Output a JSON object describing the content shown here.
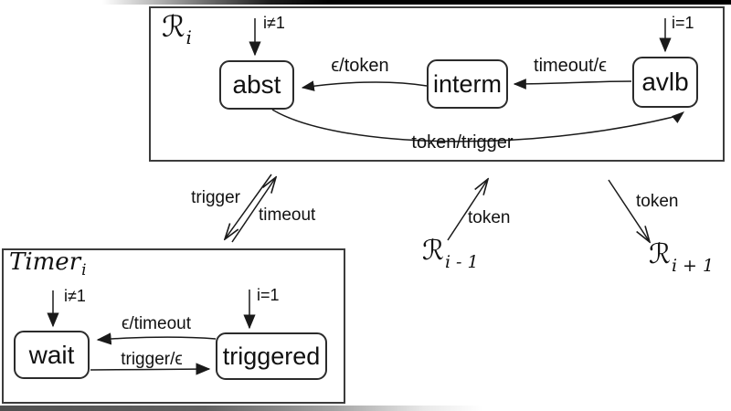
{
  "colors": {
    "line": "#1a1a1a",
    "background": "#ffffff"
  },
  "r_machine": {
    "name": "ℛ",
    "name_sub": "i",
    "init_left_label": "i≠1",
    "init_right_label": "i=1",
    "states": {
      "abst": "abst",
      "interm": "interm",
      "avlb": "avlb"
    },
    "edges": {
      "interm_to_abst": "ϵ/token",
      "avlb_to_interm": "timeout/ϵ",
      "abst_to_avlb": "token/trigger"
    }
  },
  "timer_machine": {
    "name": "Timer",
    "name_sub": "i",
    "init_left_label": "i≠1",
    "init_right_label": "i=1",
    "states": {
      "wait": "wait",
      "triggered": "triggered"
    },
    "edges": {
      "triggered_to_wait": "ϵ/timeout",
      "wait_to_triggered": "trigger/ϵ"
    }
  },
  "channels": {
    "trigger": "trigger",
    "timeout": "timeout",
    "token_from_prev": "token",
    "token_to_next": "token"
  },
  "neighbors": {
    "prev_name": "ℛ",
    "prev_sub": "i - 1",
    "next_name": "ℛ",
    "next_sub": "i + 1"
  }
}
